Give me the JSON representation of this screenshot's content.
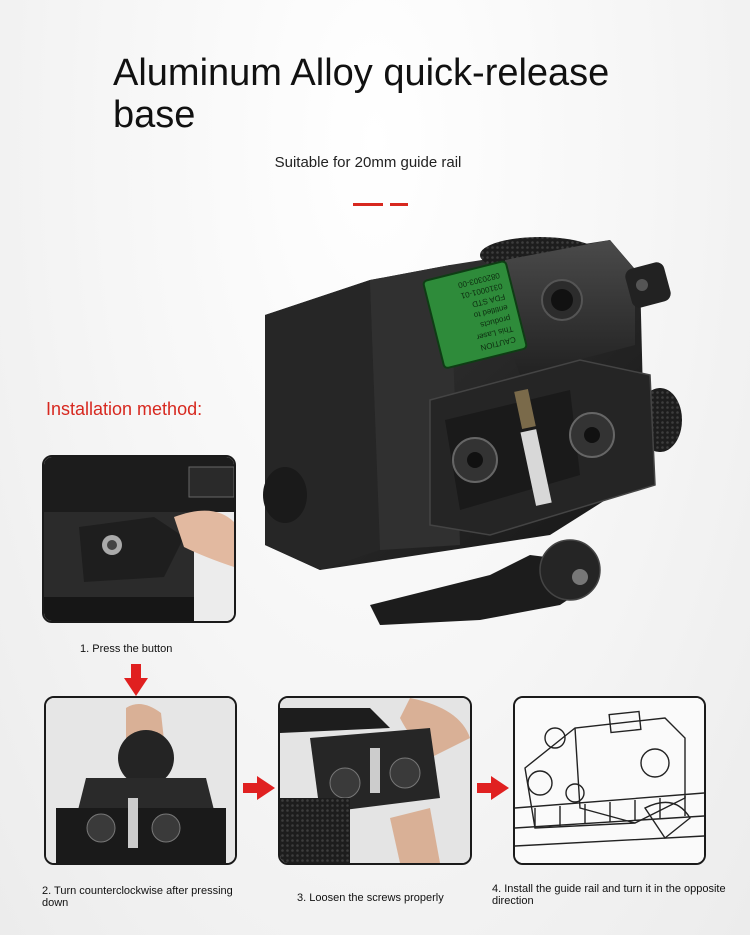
{
  "header": {
    "title": "Aluminum Alloy quick-release base",
    "subtitle": "Suitable for 20mm guide rail"
  },
  "section": {
    "heading": "Installation method:"
  },
  "steps": [
    {
      "caption": "1. Press the button"
    },
    {
      "caption": "2. Turn counterclockwise after pressing down"
    },
    {
      "caption": "3. Loosen the screws properly"
    },
    {
      "caption": "4. Install the guide rail and turn it in the opposite direction"
    }
  ],
  "label": {
    "lines": [
      "CAUTION",
      "This Laser",
      "products",
      "entitled to",
      "FDA STD",
      "0310001-01",
      "0820303-00"
    ]
  },
  "colors": {
    "accent": "#d7281f",
    "device": "#2a2a2a",
    "label_green": "#2e8b3a"
  }
}
